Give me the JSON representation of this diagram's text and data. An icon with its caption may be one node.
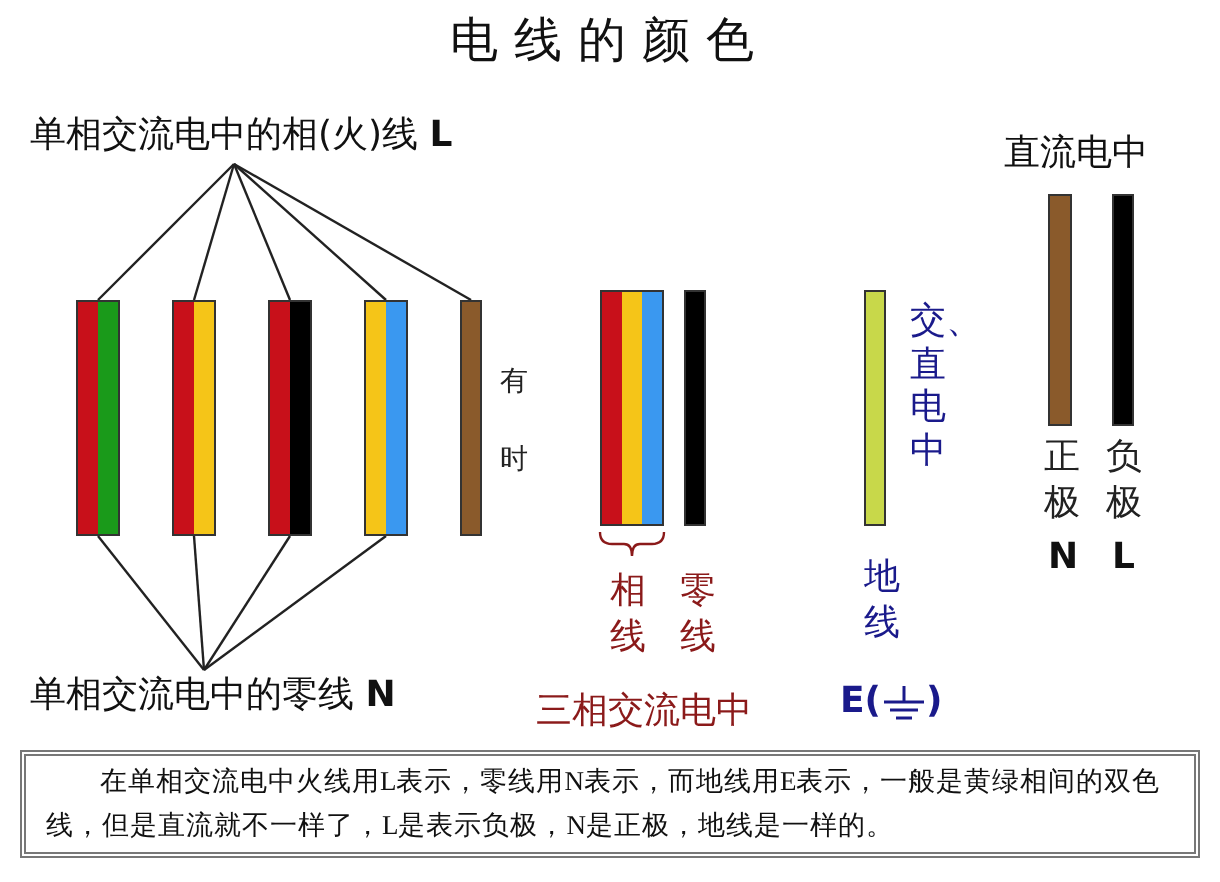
{
  "diagram": {
    "title": "电线的颜色",
    "nodes": [
      {
        "text": [
          "单相交流电中的相(火)线 **L**"
        ]
      },
      {
        "text": [],
        "shape": "bar"
      },
      {
        "text": [],
        "shape": "bar"
      },
      {
        "text": [],
        "shape": "bar"
      },
      {
        "text": [],
        "shape": "bar"
      },
      {
        "text": [],
        "shape": "bar",
        "beside": [
          "有时"
        ]
      },
      {
        "text": [
          "单相交流电中的零线 **N**"
        ]
      },
      {
        "text": [],
        "shape": "bar",
        "beside": [
          "相线"
        ]
      },
      {
        "text": [],
        "shape": "bar",
        "beside": [
          "零线"
        ]
      },
      {
        "text": [],
        "shape": "bar",
        "beside": [
          "交、直电中",
          "地线"
        ]
      },
      {
        "text": [],
        "shape": "bar",
        "beside": [
          "正极",
          "N"
        ]
      },
      {
        "text": [],
        "shape": "bar",
        "beside": [
          "负极",
          "L"
        ]
      },
      {
        "text": [
          "在单相交流电中火线用L表示，零线用N表示，而地线用E表示，一般是黄绿相间的双色线，但是直流就不一样了，L是表示负极，N是正极，地线是一样的。"
        ]
      }
    ],
    "edges": [
      {
        "from": 0,
        "to": 1,
        "arrow": "none"
      },
      {
        "from": 0,
        "to": 2,
        "arrow": "none"
      },
      {
        "from": 0,
        "to": 3,
        "arrow": "none"
      },
      {
        "from": 0,
        "to": 4,
        "arrow": "none"
      },
      {
        "from": 0,
        "to": 5,
        "arrow": "none"
      },
      {
        "from": 6,
        "to": 1,
        "arrow": "none"
      },
      {
        "from": 6,
        "to": 2,
        "arrow": "none"
      },
      {
        "from": 6,
        "to": 3,
        "arrow": "none"
      },
      {
        "from": 6,
        "to": 4,
        "arrow": "none"
      }
    ],
    "labels": [
      "直流电中",
      "三相交流电中",
      "E(",
      ")"
    ]
  }
}
